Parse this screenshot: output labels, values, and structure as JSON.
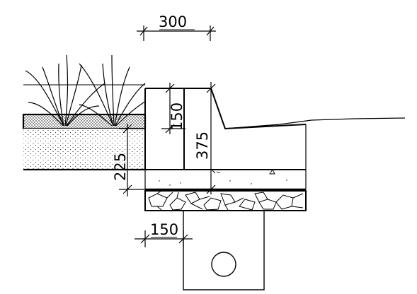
{
  "drawing": {
    "dimensions": {
      "top_width": "300",
      "bed_depth": "150",
      "wall_height": "375",
      "soil_depth": "225",
      "footing_offset": "150"
    }
  }
}
